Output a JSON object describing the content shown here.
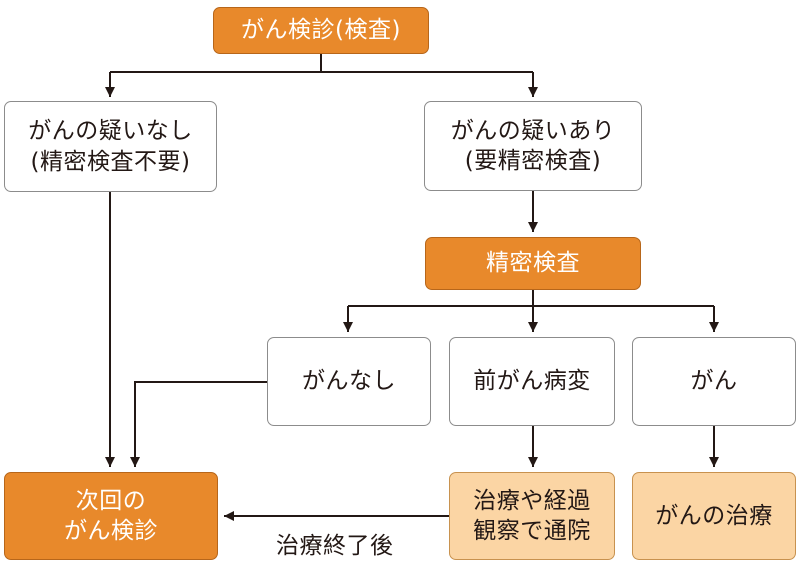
{
  "nodes": {
    "screening": "がん検診(検査)",
    "no_suspicion": "がんの疑いなし\n(精密検査不要)",
    "suspicion": "がんの疑いあり\n(要精密検査)",
    "detailed_exam": "精密検査",
    "no_cancer": "がんなし",
    "precancer": "前がん病変",
    "cancer": "がん",
    "next_screening": "次回の\nがん検診",
    "treatment_or_observation": "治療や経過\n観察で通院",
    "cancer_treatment": "がんの治療"
  },
  "edge_labels": {
    "after_treatment": "治療終了後"
  },
  "colors": {
    "orange_fill": "#e8892b",
    "peach_fill": "#fbd5a4",
    "line": "#231815"
  }
}
